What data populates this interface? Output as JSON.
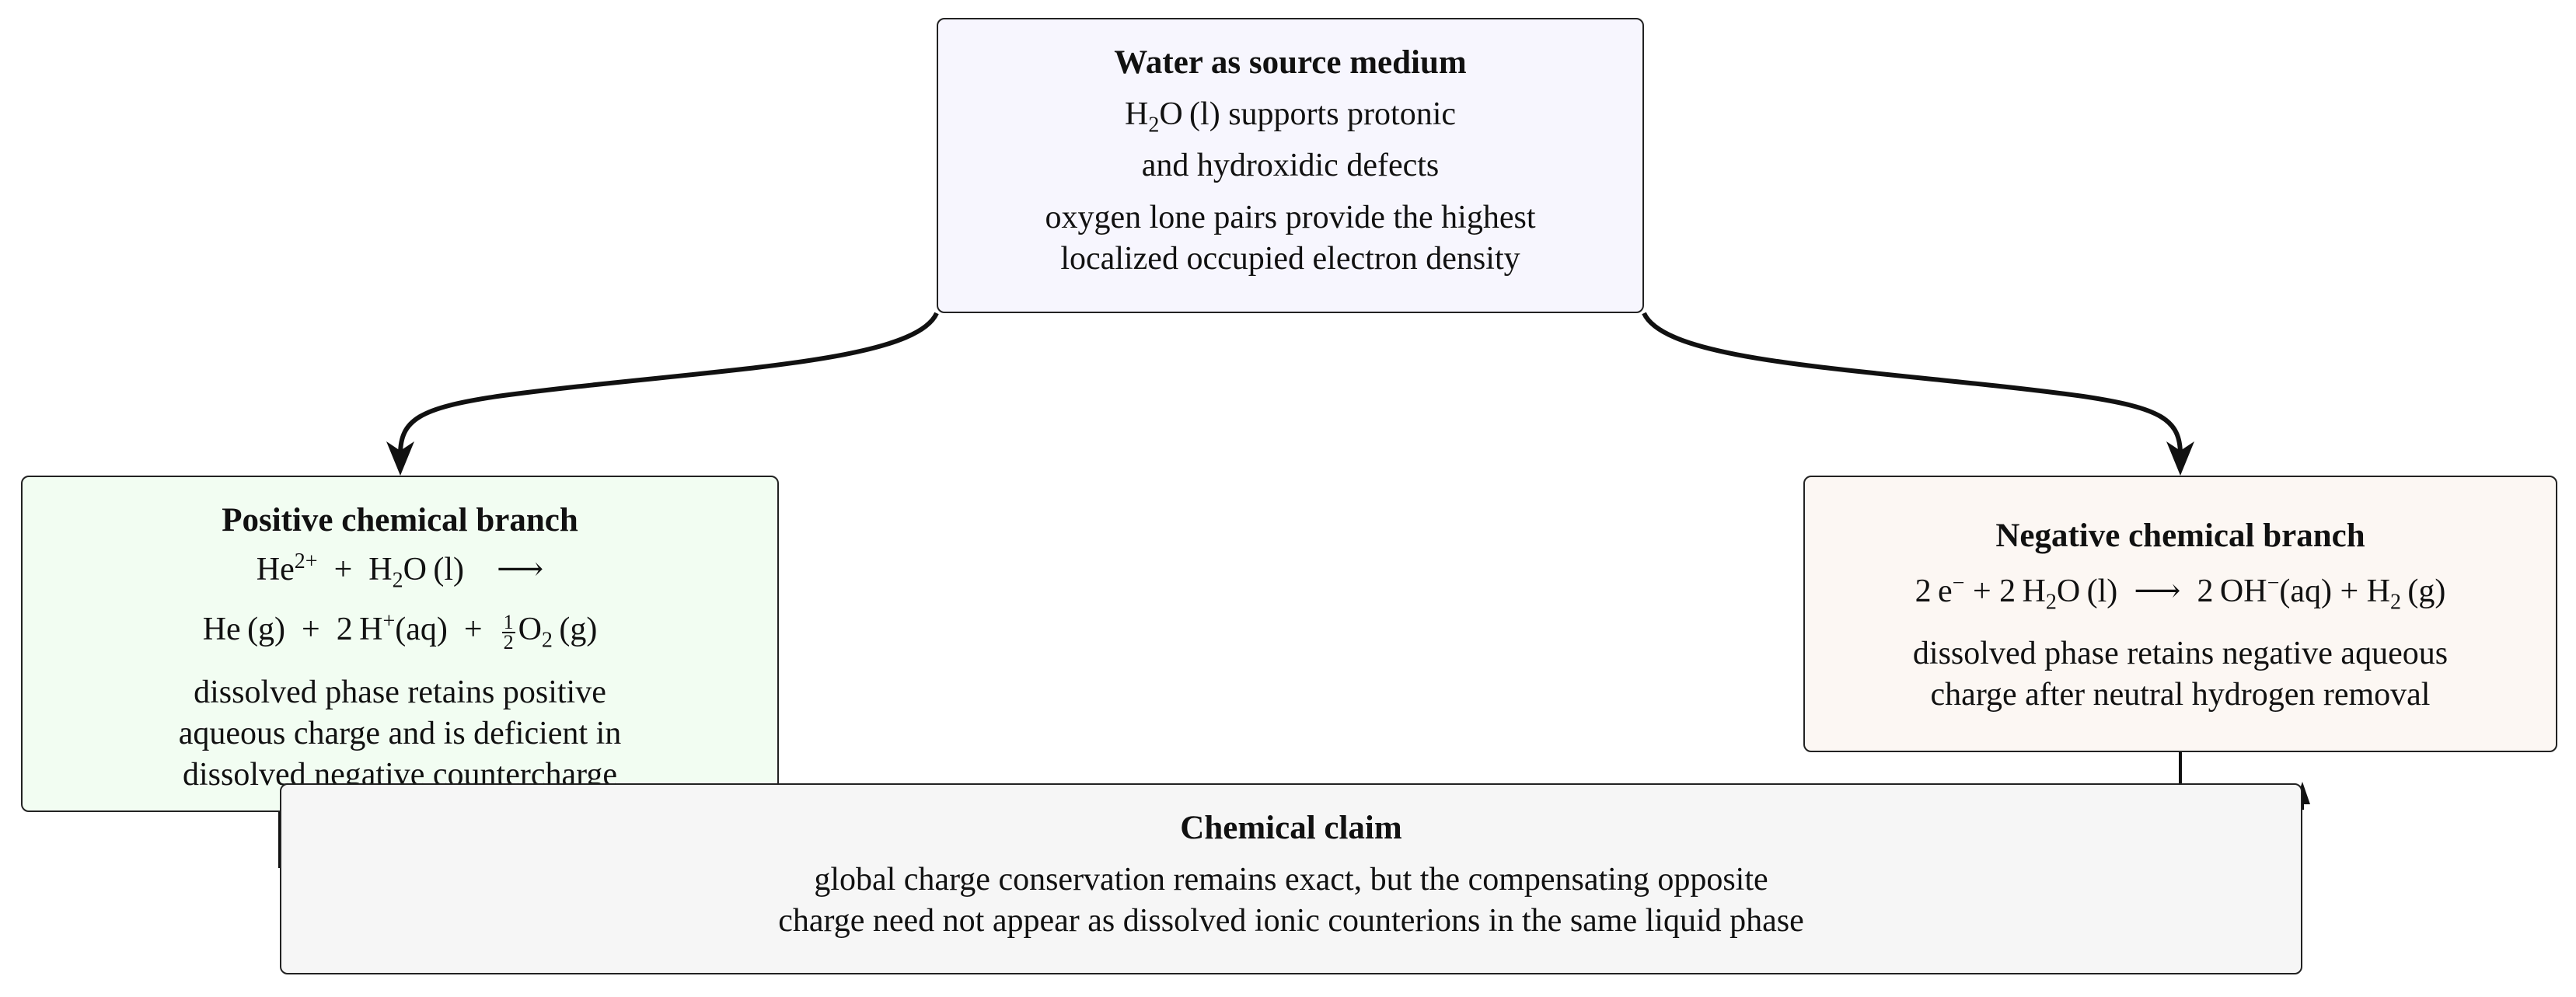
{
  "colors": {
    "top_fill": "#f7f6fe",
    "left_fill": "#f2fdf2",
    "right_fill": "#fcf7f3",
    "bottom_fill": "#f6f6f6",
    "stroke": "#222222"
  },
  "top_box": {
    "title": "Water as source medium",
    "line1_formula": "H2O (l)",
    "line1_text": "supports protonic",
    "line2": "and hydroxidic defects",
    "line3": "oxygen lone pairs provide the highest",
    "line4": "localized occupied electron density"
  },
  "left_box": {
    "title": "Positive chemical branch",
    "equation_line1": "He2+ + H2O (l) ⟶",
    "equation_line2": "He (g) + 2 H+(aq) + 1/2 O2 (g)",
    "text_line1": "dissolved phase retains positive",
    "text_line2": "aqueous charge and is deficient in",
    "text_line3": "dissolved negative countercharge"
  },
  "right_box": {
    "title": "Negative chemical branch",
    "equation": "2 e− + 2 H2O (l) ⟶ 2 OH−(aq) + H2 (g)",
    "text_line1": "dissolved phase retains negative aqueous",
    "text_line2": "charge after neutral hydrogen removal"
  },
  "bottom_box": {
    "title": "Chemical claim",
    "text_line1": "global charge conservation remains exact, but the compensating opposite",
    "text_line2": "charge need not appear as dissolved ionic counterions in the same liquid phase"
  }
}
